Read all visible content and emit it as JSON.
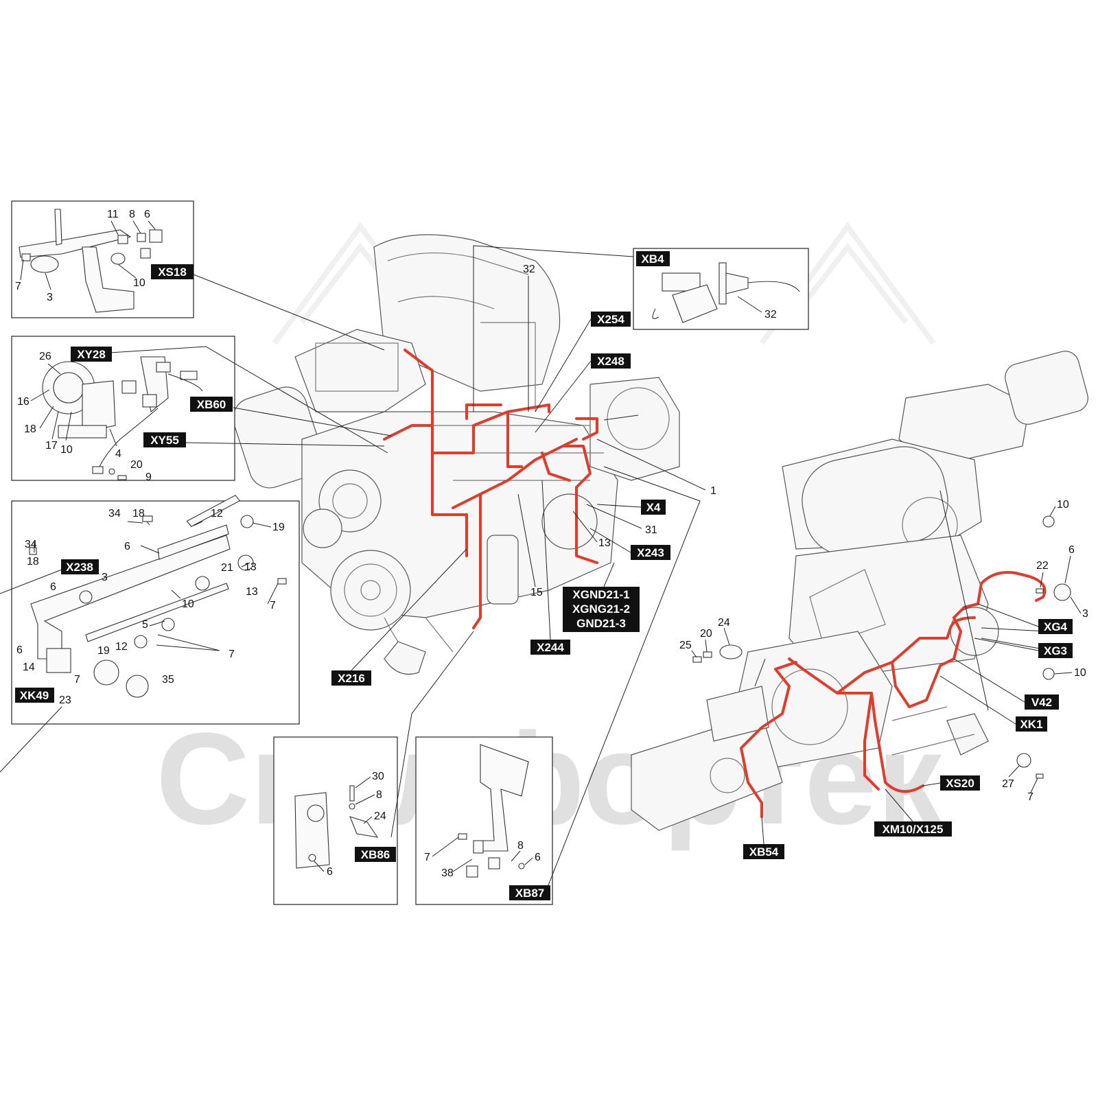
{
  "watermark": {
    "text": "Скалфортек"
  },
  "colors": {
    "harness": "#e33b2a",
    "tag_bg": "#111111",
    "tag_text": "#ffffff",
    "line": "#222222"
  },
  "tags": {
    "XS18": "XS18",
    "XY28": "XY28",
    "XB60": "XB60",
    "XY55": "XY55",
    "X238": "X238",
    "XK49": "XK49",
    "XB4": "XB4",
    "X254": "X254",
    "X248": "X248",
    "X4": "X4",
    "X243": "X243",
    "XGND": [
      "XGND21-1",
      "XGNG21-2",
      "GND21-3"
    ],
    "X244": "X244",
    "X216": "X216",
    "XB86": "XB86",
    "XB87": "XB87",
    "XG4": "XG4",
    "XG3": "XG3",
    "V42": "V42",
    "XK1": "XK1",
    "XS20": "XS20",
    "XM10": "XM10/X125",
    "XB54": "XB54"
  },
  "numbers": {
    "box1": [
      "11",
      "8",
      "6",
      "7",
      "3",
      "10"
    ],
    "box2": [
      "26",
      "16",
      "18",
      "17",
      "10",
      "4",
      "20",
      "9"
    ],
    "box3": [
      "34",
      "18",
      "12",
      "19",
      "34",
      "18",
      "6",
      "3",
      "6",
      "21",
      "13",
      "10",
      "13",
      "7",
      "6",
      "5",
      "19",
      "12",
      "7",
      "14",
      "7",
      "23",
      "35"
    ],
    "boxXB4": [
      "32"
    ],
    "main": [
      "32",
      "1",
      "31",
      "13",
      "15"
    ],
    "boxXB86": [
      "30",
      "8",
      "24",
      "6"
    ],
    "boxXB87": [
      "7",
      "38",
      "8",
      "6"
    ],
    "right": [
      "10",
      "6",
      "22",
      "3",
      "24",
      "20",
      "25",
      "10",
      "27",
      "7"
    ]
  }
}
